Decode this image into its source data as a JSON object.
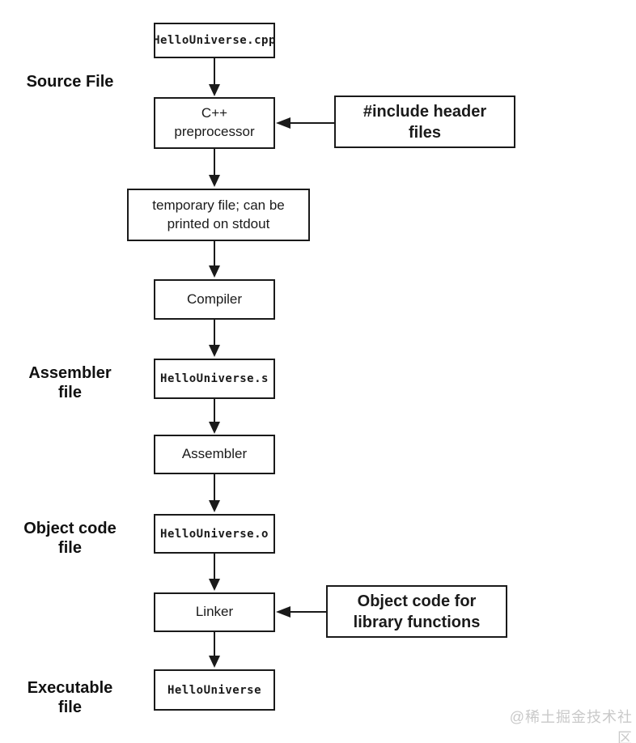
{
  "nodes": {
    "source": "HelloUniverse.cpp",
    "preprocessor": "C++\npreprocessor",
    "temp_file": "temporary file; can be\nprinted on stdout",
    "compiler": "Compiler",
    "assembly_file": "HelloUniverse.s",
    "assembler": "Assembler",
    "object_file": "HelloUniverse.o",
    "linker": "Linker",
    "executable": "HelloUniverse",
    "include_headers": "#include header\nfiles",
    "library_objects": "Object code for\nlibrary functions"
  },
  "labels": {
    "source_file": "Source File",
    "assembler_file": "Assembler\nfile",
    "object_code_file": "Object code\nfile",
    "executable_file": "Executable\nfile"
  },
  "watermark": "@稀土掘金技术社区",
  "colors": {
    "line": "#1a1a1a",
    "box_border": "#1a1a1a",
    "text": "#1a1a1a",
    "watermark": "#c9c9c9",
    "background": "#ffffff"
  }
}
